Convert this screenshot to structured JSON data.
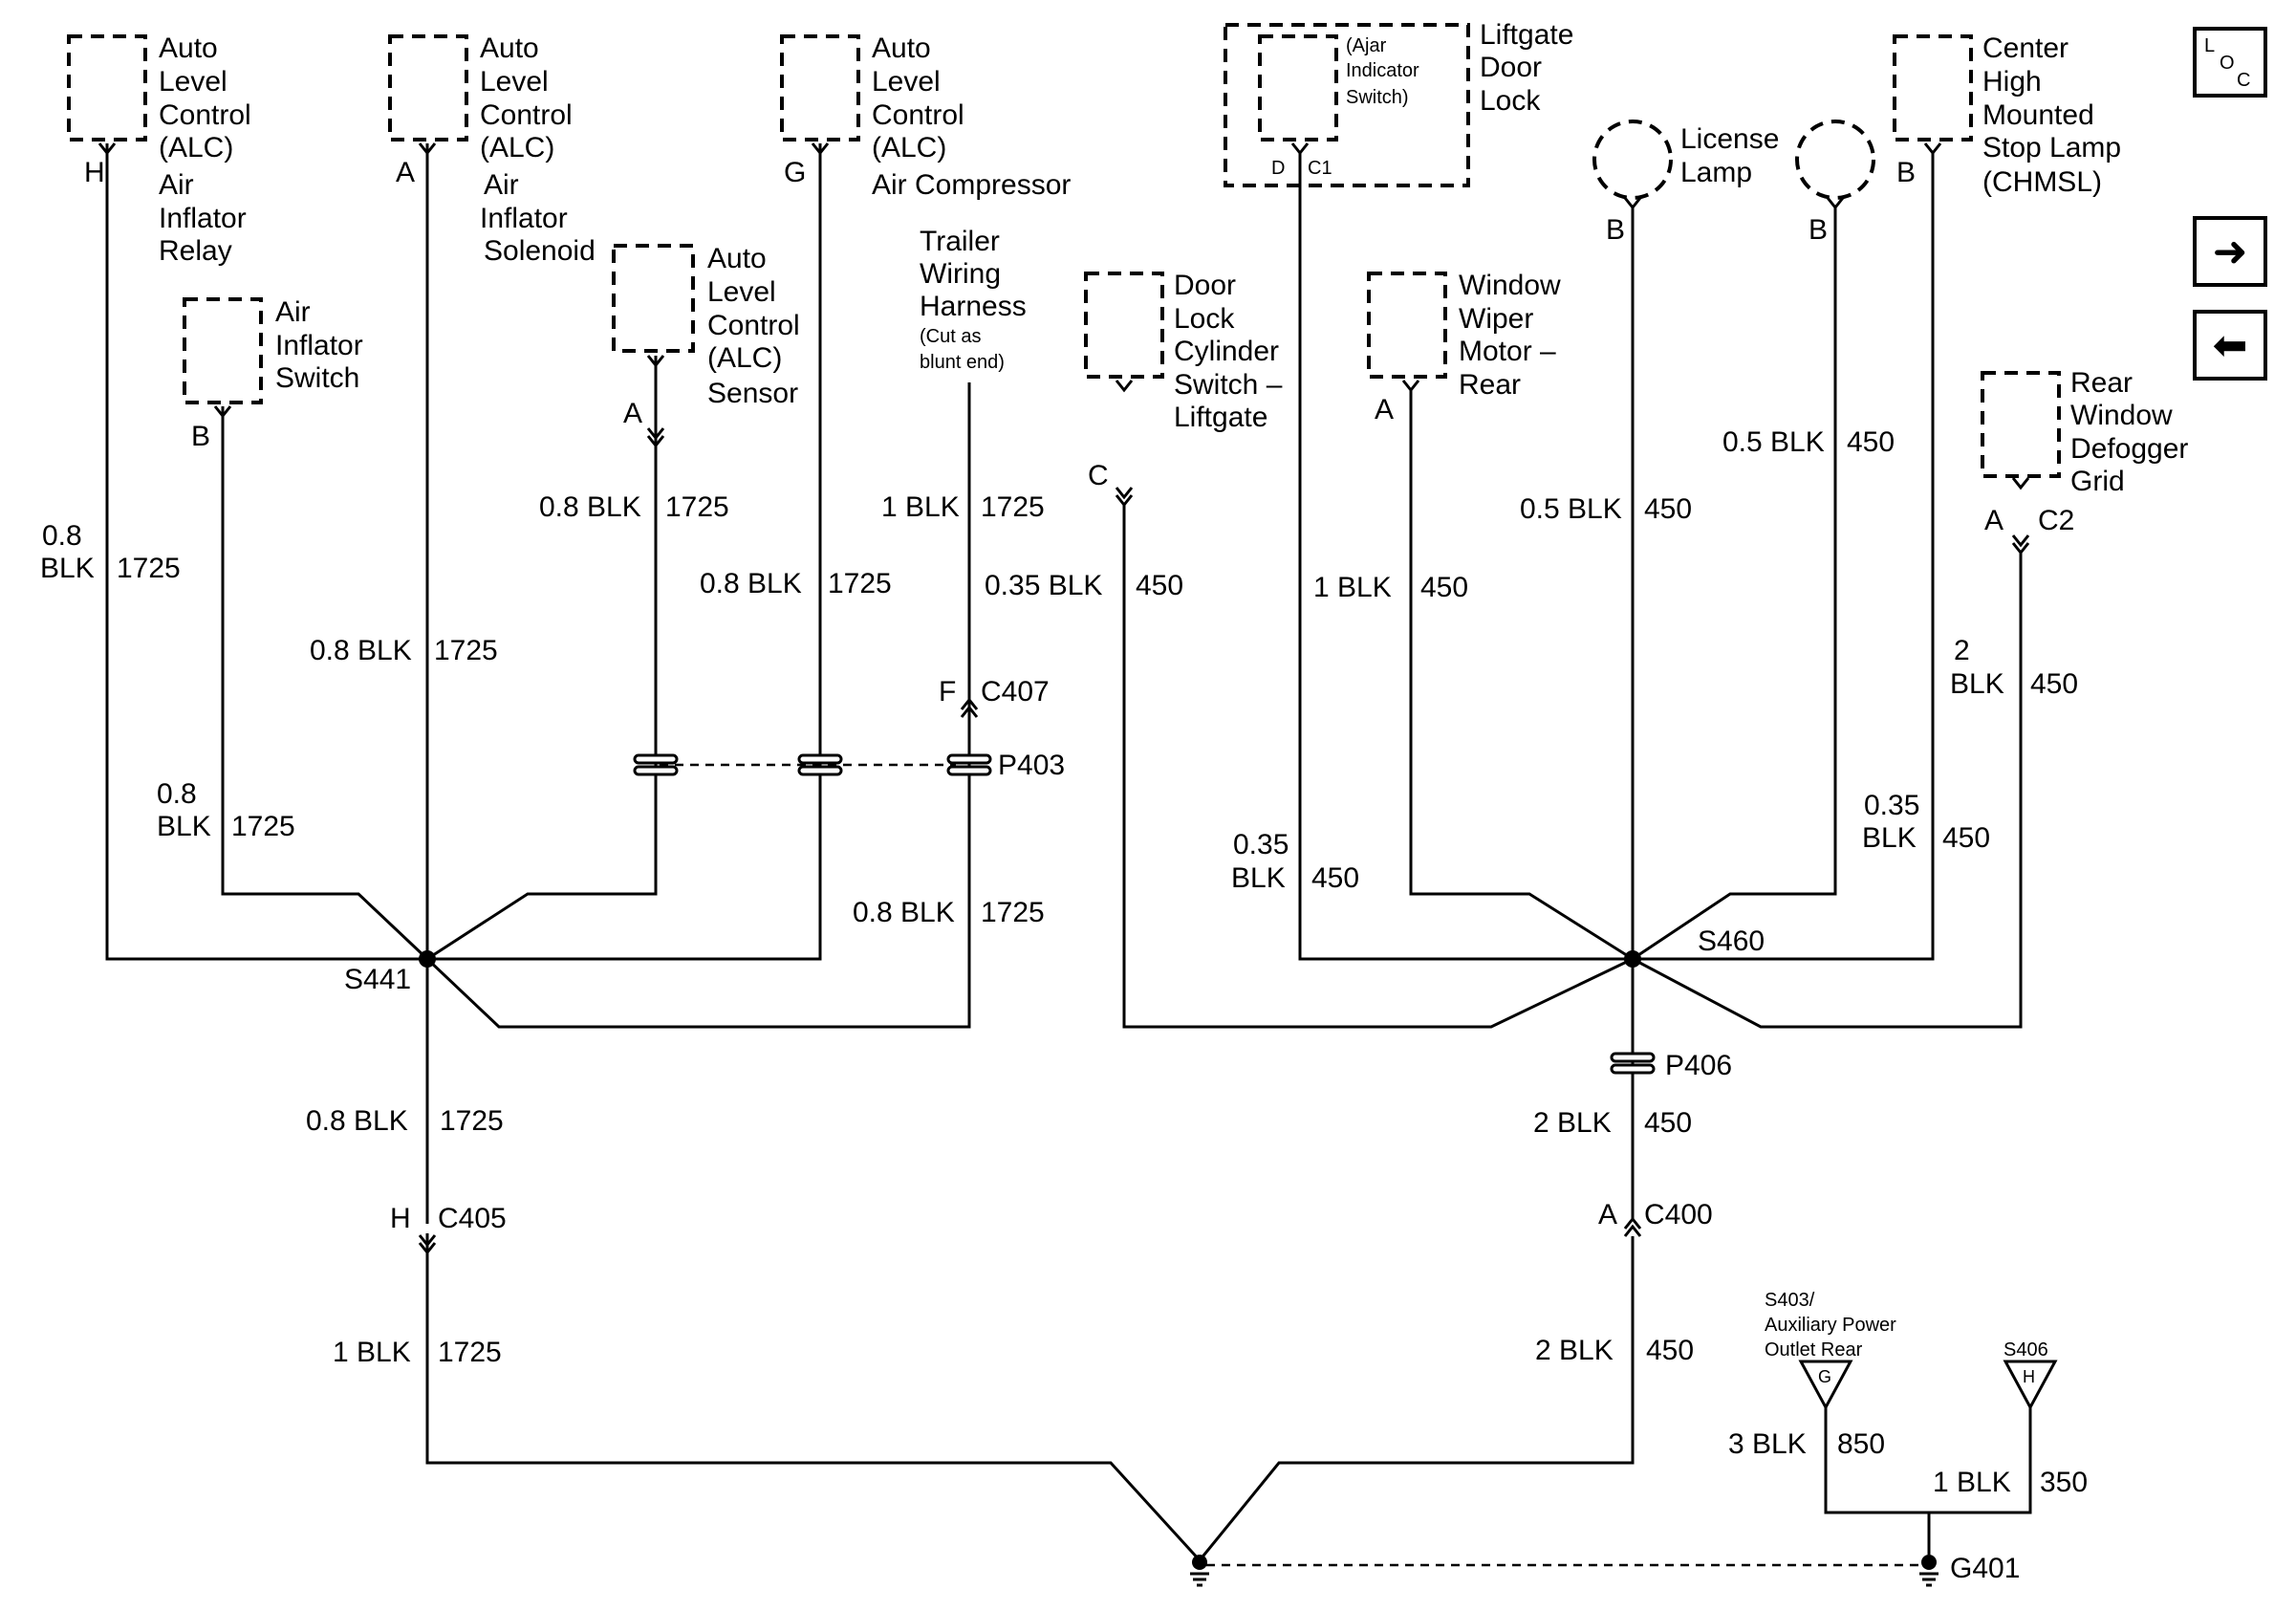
{
  "components": {
    "alc_relay": {
      "pin": "H",
      "lines": [
        "Auto",
        "Level",
        "Control",
        "(ALC)",
        "Air",
        "Inflator",
        "Relay"
      ]
    },
    "alc_solenoid": {
      "pin": "A",
      "lines": [
        "Auto",
        "Level",
        "Control",
        "(ALC)",
        "Air",
        "Inflator",
        "Solenoid"
      ]
    },
    "alc_compressor": {
      "pin": "G",
      "lines": [
        "Auto",
        "Level",
        "Control",
        "(ALC)",
        "Air Compressor"
      ]
    },
    "air_switch": {
      "pin": "B",
      "lines": [
        "Air",
        "Inflator",
        "Switch"
      ]
    },
    "alc_sensor": {
      "pin": "A",
      "lines": [
        "Auto",
        "Level",
        "Control",
        "(ALC)",
        "Sensor"
      ]
    },
    "trailer": {
      "lines": [
        "Trailer",
        "Wiring",
        "Harness"
      ],
      "note": [
        "(Cut as",
        "blunt end)"
      ]
    },
    "liftgate_lock": {
      "pin": "D",
      "connector": "C1",
      "inner": [
        "(Ajar",
        "Indicator",
        "Switch)"
      ],
      "lines": [
        "Liftgate",
        "Door",
        "Lock"
      ]
    },
    "license_lamp": {
      "pin_left": "B",
      "pin_right": "B",
      "lines": [
        "License",
        "Lamp"
      ]
    },
    "chmsl": {
      "pin": "B",
      "lines": [
        "Center",
        "High",
        "Mounted",
        "Stop Lamp",
        "(CHMSL)"
      ]
    },
    "door_lock_switch": {
      "pin": "C",
      "lines": [
        "Door",
        "Lock",
        "Cylinder",
        "Switch –",
        "Liftgate"
      ]
    },
    "wiper_motor": {
      "pin": "A",
      "lines": [
        "Window",
        "Wiper",
        "Motor –",
        "Rear"
      ]
    },
    "defogger": {
      "pin": "A",
      "connector": "C2",
      "lines": [
        "Rear",
        "Window",
        "Defogger",
        "Grid"
      ]
    }
  },
  "wires": {
    "relay": [
      "0.8",
      "BLK",
      "1725"
    ],
    "solenoid": [
      "0.8 BLK",
      "1725"
    ],
    "switch": [
      "0.8",
      "BLK",
      "1725"
    ],
    "sensor": [
      "0.8 BLK",
      "1725"
    ],
    "compressor": [
      "0.8 BLK",
      "1725"
    ],
    "trailer_upper": [
      "1 BLK",
      "1725"
    ],
    "trailer_lower": [
      "0.8 BLK",
      "1725"
    ],
    "door_lock": [
      "0.35 BLK",
      "450"
    ],
    "liftgate": [
      "0.35",
      "BLK",
      "450"
    ],
    "wiper": [
      "1 BLK",
      "450"
    ],
    "license_left": [
      "0.5 BLK",
      "450"
    ],
    "license_right": [
      "0.5 BLK",
      "450"
    ],
    "chmsl": [
      "0.35",
      "BLK",
      "450"
    ],
    "defogger": [
      "2",
      "BLK",
      "450"
    ],
    "s441_down": [
      "0.8 BLK",
      "1725"
    ],
    "c405_down": [
      "1 BLK",
      "1725"
    ],
    "s460_down": [
      "2 BLK",
      "450"
    ],
    "c400_down": [
      "2 BLK",
      "450"
    ],
    "aux": [
      "3 BLK",
      "850"
    ],
    "s406": [
      "1 BLK",
      "350"
    ]
  },
  "connectors": {
    "c407": {
      "pin": "F",
      "label": "C407"
    },
    "c405": {
      "pin": "H",
      "label": "C405"
    },
    "c400": {
      "pin": "A",
      "label": "C400"
    },
    "p403": "P403",
    "p406": "P406"
  },
  "splices": {
    "s441": "S441",
    "s460": "S460"
  },
  "refs": {
    "s403": {
      "lines": [
        "S403/",
        "Auxiliary Power",
        "Outlet Rear"
      ],
      "pin": "G"
    },
    "s406": {
      "label": "S406",
      "pin": "H"
    }
  },
  "ground": "G401",
  "nav": {
    "loc_l": "L",
    "loc_o": "O",
    "loc_c": "C",
    "next_glyph": "➜",
    "prev_glyph": "⬅"
  }
}
